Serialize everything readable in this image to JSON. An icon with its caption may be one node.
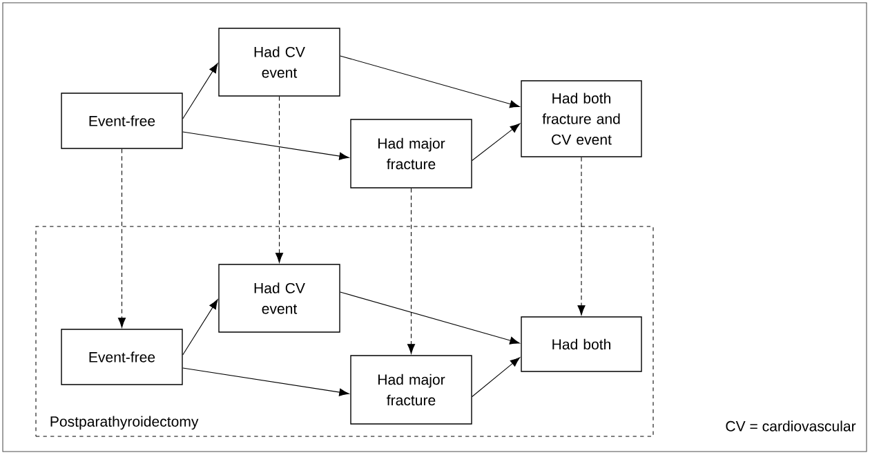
{
  "diagram": {
    "nodes": [
      {
        "text": [
          "Event-free"
        ]
      },
      {
        "text": [
          "Had CV event"
        ]
      },
      {
        "text": [
          "Had major fracture"
        ]
      },
      {
        "text": [
          "Had both fracture and CV event"
        ]
      },
      {
        "text": [
          "Postparathyroidectomy"
        ]
      },
      {
        "text": [
          "Event-free"
        ],
        "in": 4
      },
      {
        "text": [
          "Had CV event"
        ],
        "in": 4
      },
      {
        "text": [
          "Had major fracture"
        ],
        "in": 4
      },
      {
        "text": [
          "Had both"
        ],
        "in": 4
      }
    ],
    "edges": [
      {
        "from": 0,
        "to": 1,
        "arrow": "to"
      },
      {
        "from": 0,
        "to": 2,
        "arrow": "to"
      },
      {
        "from": 1,
        "to": 3,
        "arrow": "to"
      },
      {
        "from": 2,
        "to": 3,
        "arrow": "to"
      },
      {
        "from": 0,
        "to": 5,
        "arrow": "to",
        "style": "dashed"
      },
      {
        "from": 1,
        "to": 6,
        "arrow": "to",
        "style": "dashed"
      },
      {
        "from": 2,
        "to": 7,
        "arrow": "to",
        "style": "dashed"
      },
      {
        "from": 3,
        "to": 8,
        "arrow": "to",
        "style": "dashed"
      },
      {
        "from": 5,
        "to": 6,
        "arrow": "to"
      },
      {
        "from": 5,
        "to": 7,
        "arrow": "to"
      },
      {
        "from": 6,
        "to": 8,
        "arrow": "to"
      },
      {
        "from": 7,
        "to": 8,
        "arrow": "to"
      }
    ],
    "labels": [
      "CV = cardiovascular"
    ]
  }
}
